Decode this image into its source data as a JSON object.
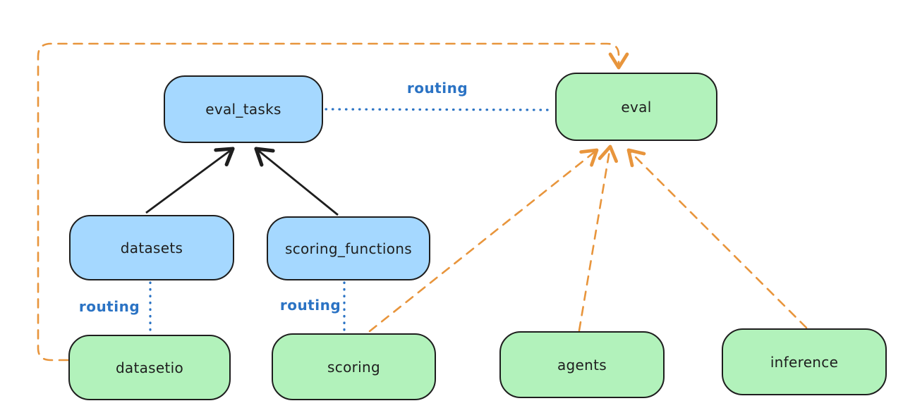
{
  "diagram": {
    "background": "#ffffff",
    "colors": {
      "node_blue_fill": "#a5d8ff",
      "node_green_fill": "#b2f2bb",
      "node_border": "#1e1e1e",
      "routing_blue": "#2b73c4",
      "orange_dashed": "#e8953c",
      "black_arrow": "#1e1e1e"
    },
    "nodes": [
      {
        "id": "eval_tasks",
        "label": "eval_tasks",
        "color": "blue"
      },
      {
        "id": "eval",
        "label": "eval",
        "color": "green"
      },
      {
        "id": "datasets",
        "label": "datasets",
        "color": "blue"
      },
      {
        "id": "scoring_functions",
        "label": "scoring_functions",
        "color": "blue"
      },
      {
        "id": "datasetio",
        "label": "datasetio",
        "color": "green"
      },
      {
        "id": "scoring",
        "label": "scoring",
        "color": "green"
      },
      {
        "id": "agents",
        "label": "agents",
        "color": "green"
      },
      {
        "id": "inference",
        "label": "inference",
        "color": "green"
      }
    ],
    "edge_labels": [
      {
        "id": "routing-top",
        "text": "routing"
      },
      {
        "id": "routing-left",
        "text": "routing"
      },
      {
        "id": "routing-mid",
        "text": "routing"
      }
    ],
    "edges": [
      {
        "from": "datasets",
        "to": "eval_tasks",
        "style": "solid-arrow",
        "color": "black"
      },
      {
        "from": "scoring_functions",
        "to": "eval_tasks",
        "style": "solid-arrow",
        "color": "black"
      },
      {
        "from": "eval_tasks",
        "to": "eval",
        "style": "dotted",
        "color": "blue",
        "label": "routing"
      },
      {
        "from": "datasets",
        "to": "datasetio",
        "style": "dotted",
        "color": "blue",
        "label": "routing"
      },
      {
        "from": "scoring_functions",
        "to": "scoring",
        "style": "dotted",
        "color": "blue",
        "label": "routing"
      },
      {
        "from": "datasetio",
        "to": "eval",
        "style": "dashed-arrow",
        "color": "orange"
      },
      {
        "from": "scoring",
        "to": "eval",
        "style": "dashed-arrow",
        "color": "orange"
      },
      {
        "from": "agents",
        "to": "eval",
        "style": "dashed-arrow",
        "color": "orange"
      },
      {
        "from": "inference",
        "to": "eval",
        "style": "dashed-arrow",
        "color": "orange"
      }
    ]
  }
}
